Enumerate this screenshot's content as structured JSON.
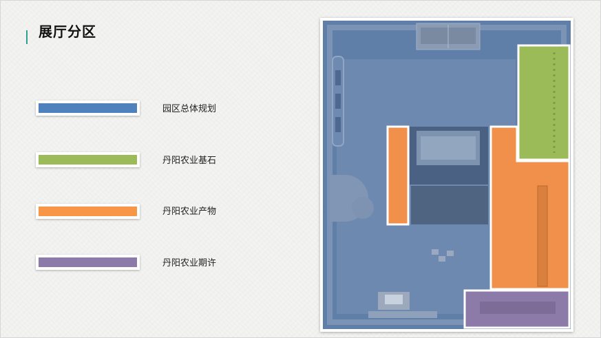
{
  "page": {
    "title": "展厅分区"
  },
  "legend": [
    {
      "label": "园区总体规划",
      "color": "#4f81bd"
    },
    {
      "label": "丹阳农业基石",
      "color": "#9bbb59"
    },
    {
      "label": "丹阳农业产物",
      "color": "#f79646"
    },
    {
      "label": "丹阳农业期许",
      "color": "#8c7aa9"
    }
  ],
  "zones": {
    "planning_color": "#5f7fa9",
    "foundation_color": "#9bbb59",
    "products_color": "#f0904a",
    "future_color": "#8c7aa9"
  }
}
